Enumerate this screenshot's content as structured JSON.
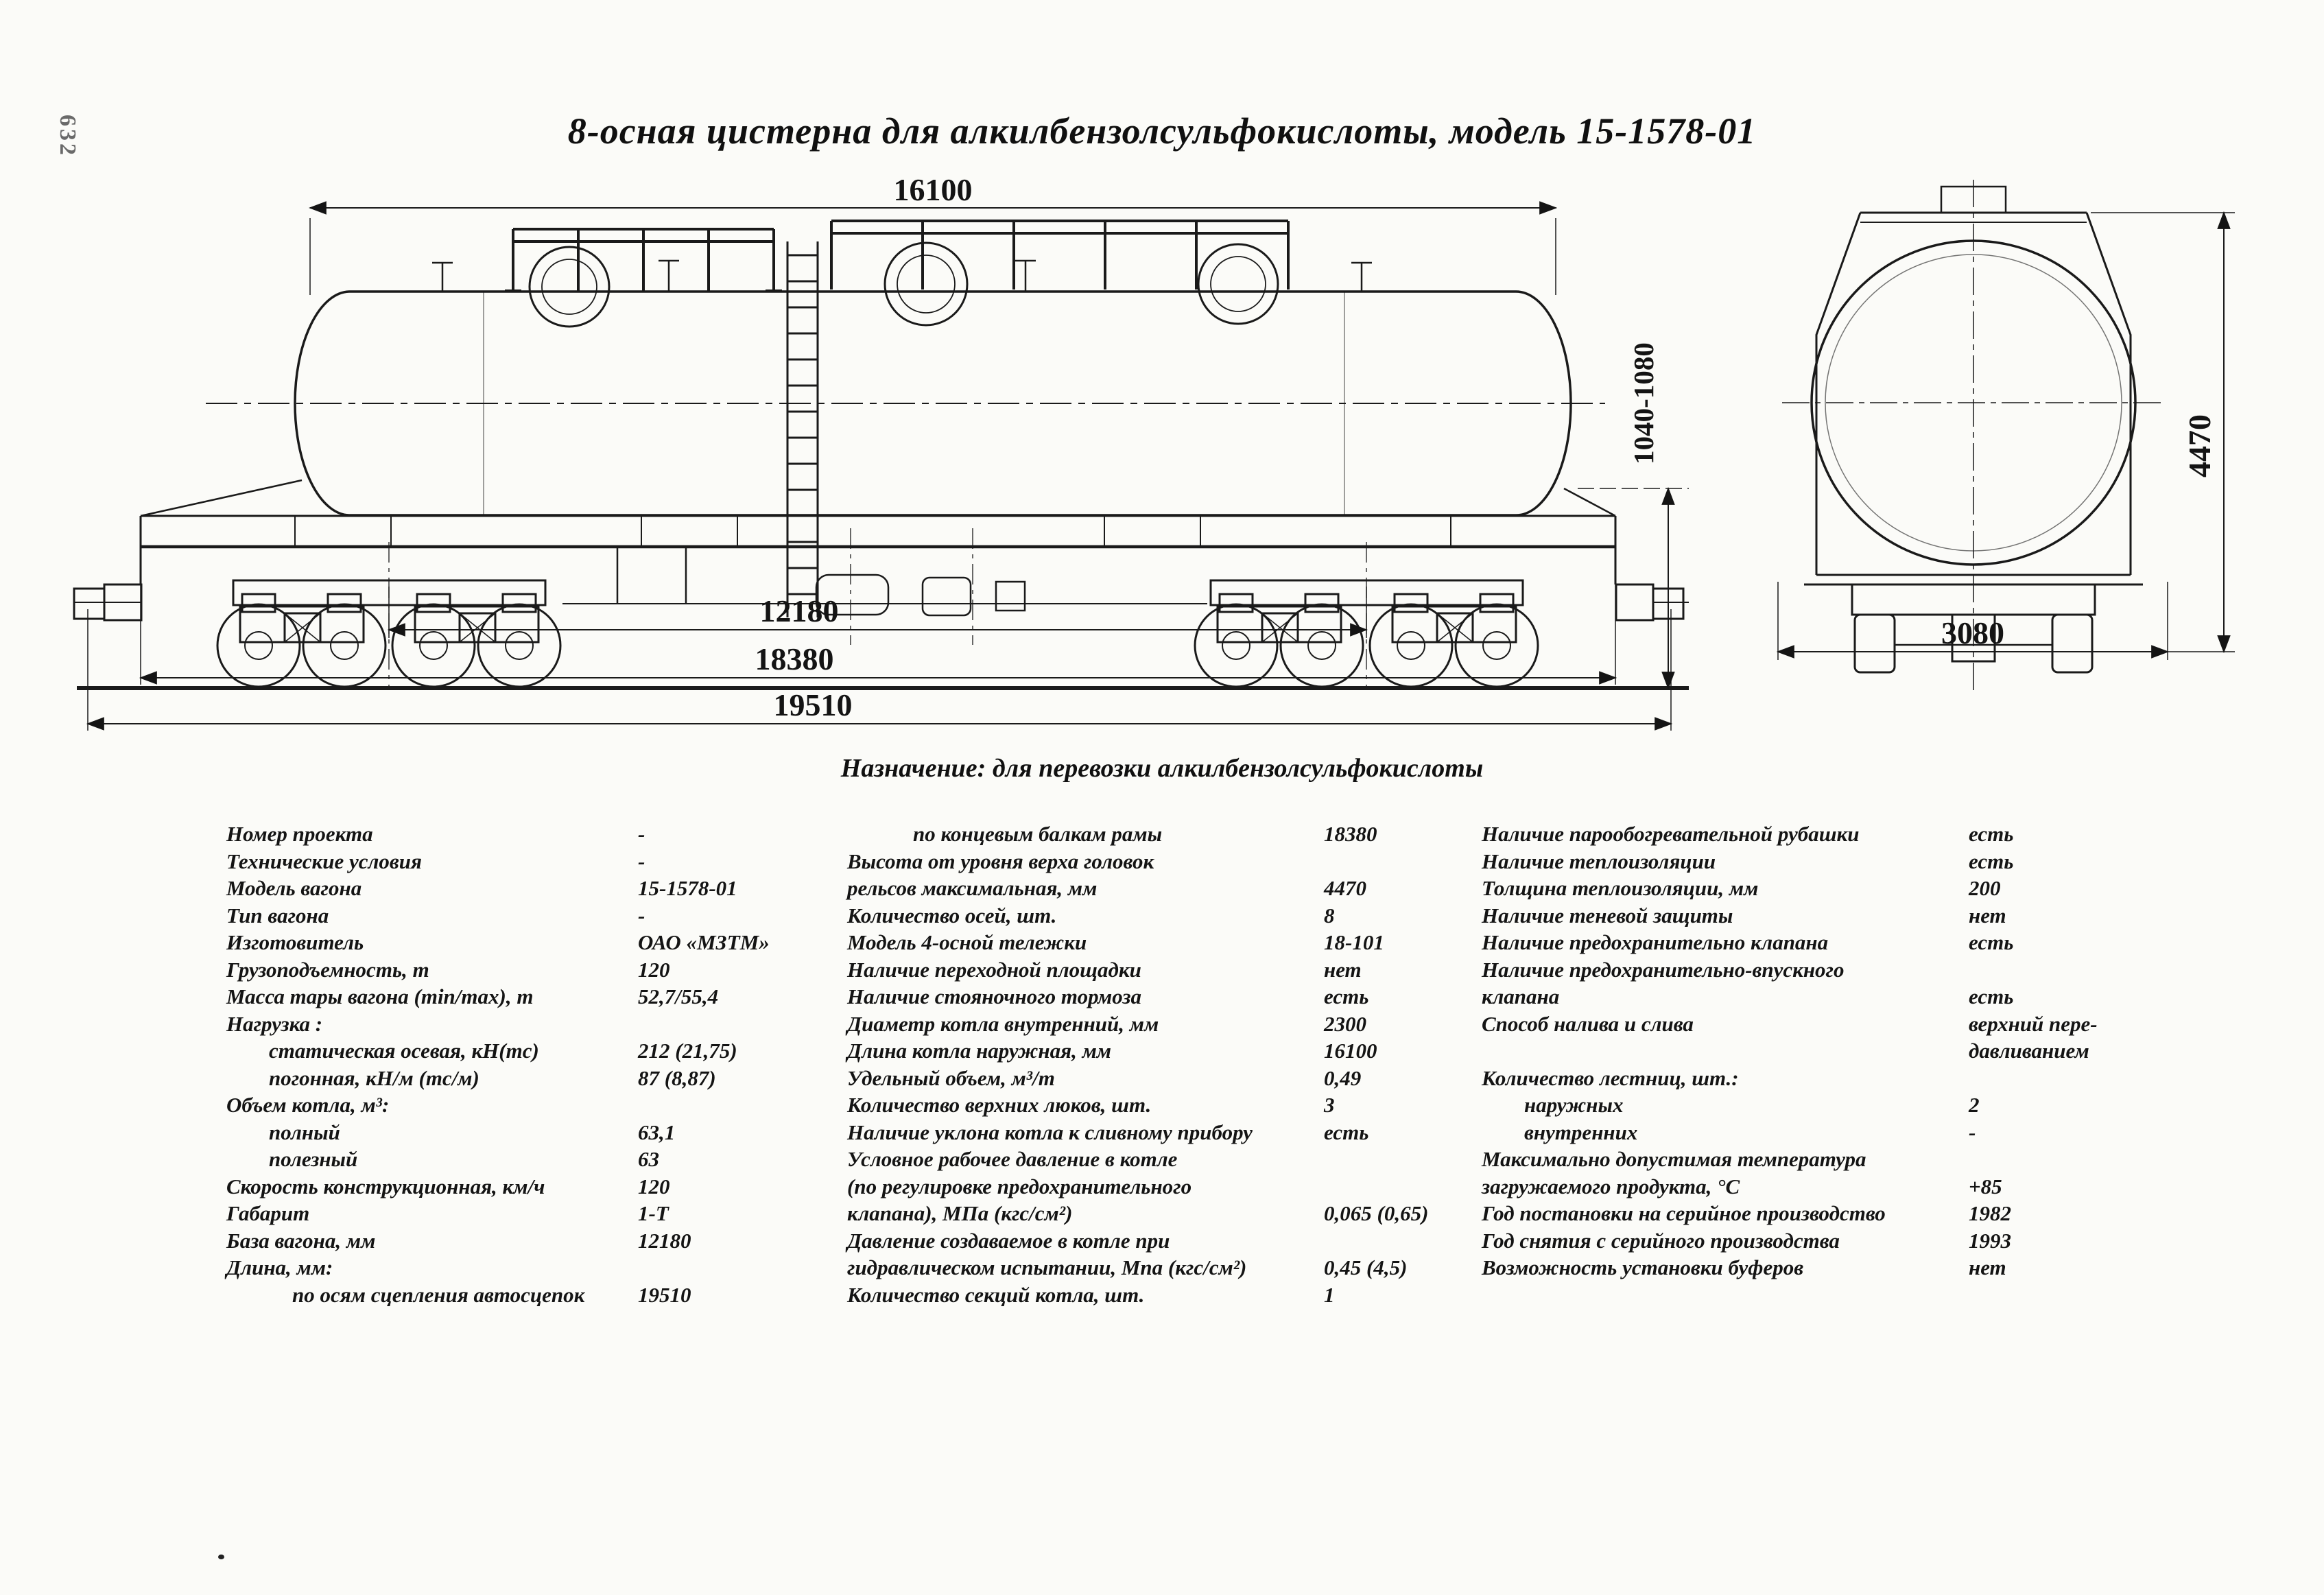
{
  "page_number": "632",
  "title": "8-осная цистерна для алкилбензолсульфокислоты, модель 15-1578-01",
  "purpose": "Назначение: для перевозки алкилбензолсульфокислоты",
  "drawing": {
    "dim_tank_length": "16100",
    "dim_base": "12180",
    "dim_frame_length": "18380",
    "dim_coupler_length": "19510",
    "dim_coupler_height": "1040-1080",
    "dim_height": "4470",
    "dim_width": "3080"
  },
  "specs": {
    "col1": [
      {
        "label": "Номер проекта",
        "value": "-",
        "indent": 0
      },
      {
        "label": "Технические условия",
        "value": "-",
        "indent": 0
      },
      {
        "label": "Модель вагона",
        "value": "15-1578-01",
        "indent": 0
      },
      {
        "label": "Тип вагона",
        "value": "-",
        "indent": 0
      },
      {
        "label": "Изготовитель",
        "value": "ОАО «МЗТМ»",
        "indent": 0
      },
      {
        "label": "Грузоподъемность, т",
        "value": "120",
        "indent": 0
      },
      {
        "label": "Масса тары вагона (min/max), т",
        "value": "52,7/55,4",
        "indent": 0
      },
      {
        "label": "Нагрузка :",
        "value": "",
        "indent": 0
      },
      {
        "label": "статическая осевая, кН(тс)",
        "value": "212 (21,75)",
        "indent": 1
      },
      {
        "label": "погонная, кН/м (тс/м)",
        "value": "87 (8,87)",
        "indent": 1
      },
      {
        "label": "Объем котла, м³:",
        "value": "",
        "indent": 0
      },
      {
        "label": "полный",
        "value": "63,1",
        "indent": 1
      },
      {
        "label": "полезный",
        "value": "63",
        "indent": 1
      },
      {
        "label": "Скорость конструкционная, км/ч",
        "value": "120",
        "indent": 0
      },
      {
        "label": "Габарит",
        "value": "1-Т",
        "indent": 0
      },
      {
        "label": "База вагона, мм",
        "value": "12180",
        "indent": 0
      },
      {
        "label": "Длина, мм:",
        "value": "",
        "indent": 0
      },
      {
        "label": "по осям сцепления автосцепок",
        "value": "19510",
        "indent": 2
      }
    ],
    "col2": [
      {
        "label": "по концевым балкам рамы",
        "value": "18380",
        "indent": 2
      },
      {
        "label": "Высота от уровня верха головок",
        "value": "",
        "indent": 0
      },
      {
        "label": "рельсов максимальная, мм",
        "value": "4470",
        "indent": 0
      },
      {
        "label": "Количество осей, шт.",
        "value": "8",
        "indent": 0
      },
      {
        "label": "Модель 4-осной тележки",
        "value": "18-101",
        "indent": 0
      },
      {
        "label": "Наличие переходной площадки",
        "value": "нет",
        "indent": 0
      },
      {
        "label": "Наличие стояночного тормоза",
        "value": "есть",
        "indent": 0
      },
      {
        "label": "Диаметр котла внутренний, мм",
        "value": "2300",
        "indent": 0
      },
      {
        "label": "Длина котла наружная, мм",
        "value": "16100",
        "indent": 0
      },
      {
        "label": "Удельный объем, м³/т",
        "value": "0,49",
        "indent": 0
      },
      {
        "label": "Количество верхних люков, шт.",
        "value": "3",
        "indent": 0
      },
      {
        "label": "Наличие уклона котла к сливному прибору",
        "value": "есть",
        "indent": 0
      },
      {
        "label": "Условное рабочее давление в котле",
        "value": "",
        "indent": 0
      },
      {
        "label": "(по регулировке предохранительного",
        "value": "",
        "indent": 0
      },
      {
        "label": "клапана), МПа (кгс/см²)",
        "value": "0,065 (0,65)",
        "indent": 0
      },
      {
        "label": "Давление создаваемое в котле при",
        "value": "",
        "indent": 0
      },
      {
        "label": "гидравлическом испытании, Мпа (кгс/см²)",
        "value": "0,45 (4,5)",
        "indent": 0
      },
      {
        "label": "Количество секций котла, шт.",
        "value": "1",
        "indent": 0
      }
    ],
    "col3": [
      {
        "label": "Наличие парообогревательной рубашки",
        "value": "есть",
        "indent": 0
      },
      {
        "label": "Наличие теплоизоляции",
        "value": "есть",
        "indent": 0
      },
      {
        "label": "Толщина теплоизоляции, мм",
        "value": "200",
        "indent": 0
      },
      {
        "label": "Наличие теневой защиты",
        "value": "нет",
        "indent": 0
      },
      {
        "label": "Наличие предохранительно клапана",
        "value": "есть",
        "indent": 0
      },
      {
        "label": "Наличие предохранительно-впускного",
        "value": "",
        "indent": 0
      },
      {
        "label": "клапана",
        "value": "есть",
        "indent": 0
      },
      {
        "label": "Способ налива и слива",
        "value": "верхний пере-",
        "indent": 0
      },
      {
        "label": "",
        "value": "давливанием",
        "indent": 0
      },
      {
        "label": "Количество лестниц, шт.:",
        "value": "",
        "indent": 0
      },
      {
        "label": "наружных",
        "value": "2",
        "indent": 1
      },
      {
        "label": "внутренних",
        "value": "-",
        "indent": 1
      },
      {
        "label": "Максимально допустимая температура",
        "value": "",
        "indent": 0
      },
      {
        "label": "загружаемого продукта, °С",
        "value": "+85",
        "indent": 0
      },
      {
        "label": "Год постановки на серийное производство",
        "value": "1982",
        "indent": 0
      },
      {
        "label": "Год снятия с серийного производства",
        "value": "1993",
        "indent": 0
      },
      {
        "label": "Возможность установки буферов",
        "value": "нет",
        "indent": 0
      }
    ]
  }
}
